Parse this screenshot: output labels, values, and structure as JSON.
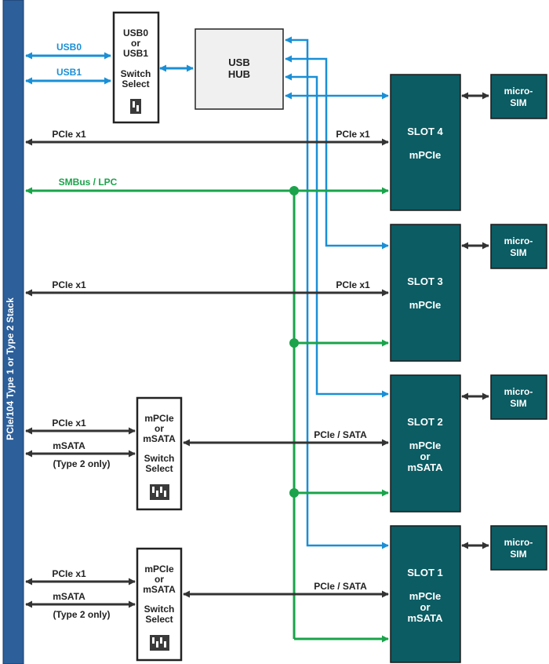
{
  "stack": {
    "label": "PCIe/104 Type 1 or Type 2 Stack"
  },
  "usb_lines": {
    "usb0": "USB0",
    "usb1": "USB1"
  },
  "usb_switch": {
    "line1": "USB0",
    "line2": "or",
    "line3": "USB1",
    "line4": "Switch",
    "line5": "Select"
  },
  "usb_hub": {
    "line1": "USB",
    "line2": "HUB"
  },
  "smbus": {
    "label": "SMBus / LPC"
  },
  "pcie_x1": "PCIe x1",
  "pcie_sata": "PCIe / SATA",
  "msata": {
    "label": "mSATA",
    "note": "(Type 2 only)"
  },
  "msata_switch": {
    "line1": "mPCIe",
    "line2": "or",
    "line3": "mSATA",
    "line4": "Switch",
    "line5": "Select"
  },
  "slots": [
    {
      "title": "SLOT 4",
      "line2": "mPCIe",
      "line3": "",
      "line4": ""
    },
    {
      "title": "SLOT 3",
      "line2": "mPCIe",
      "line3": "",
      "line4": ""
    },
    {
      "title": "SLOT 2",
      "line2": "mPCIe",
      "line3": "or",
      "line4": "mSATA"
    },
    {
      "title": "SLOT 1",
      "line2": "mPCIe",
      "line3": "or",
      "line4": "mSATA"
    }
  ],
  "sim": {
    "line1": "micro-",
    "line2": "SIM"
  },
  "colors": {
    "stack_bar": "#2d5f9a",
    "slot_fill": "#0b5c63",
    "usb_blue": "#1a8fd6",
    "smbus_green": "#1aa34a",
    "dark_line": "#333333",
    "hub_fill": "#f0f0f0"
  }
}
